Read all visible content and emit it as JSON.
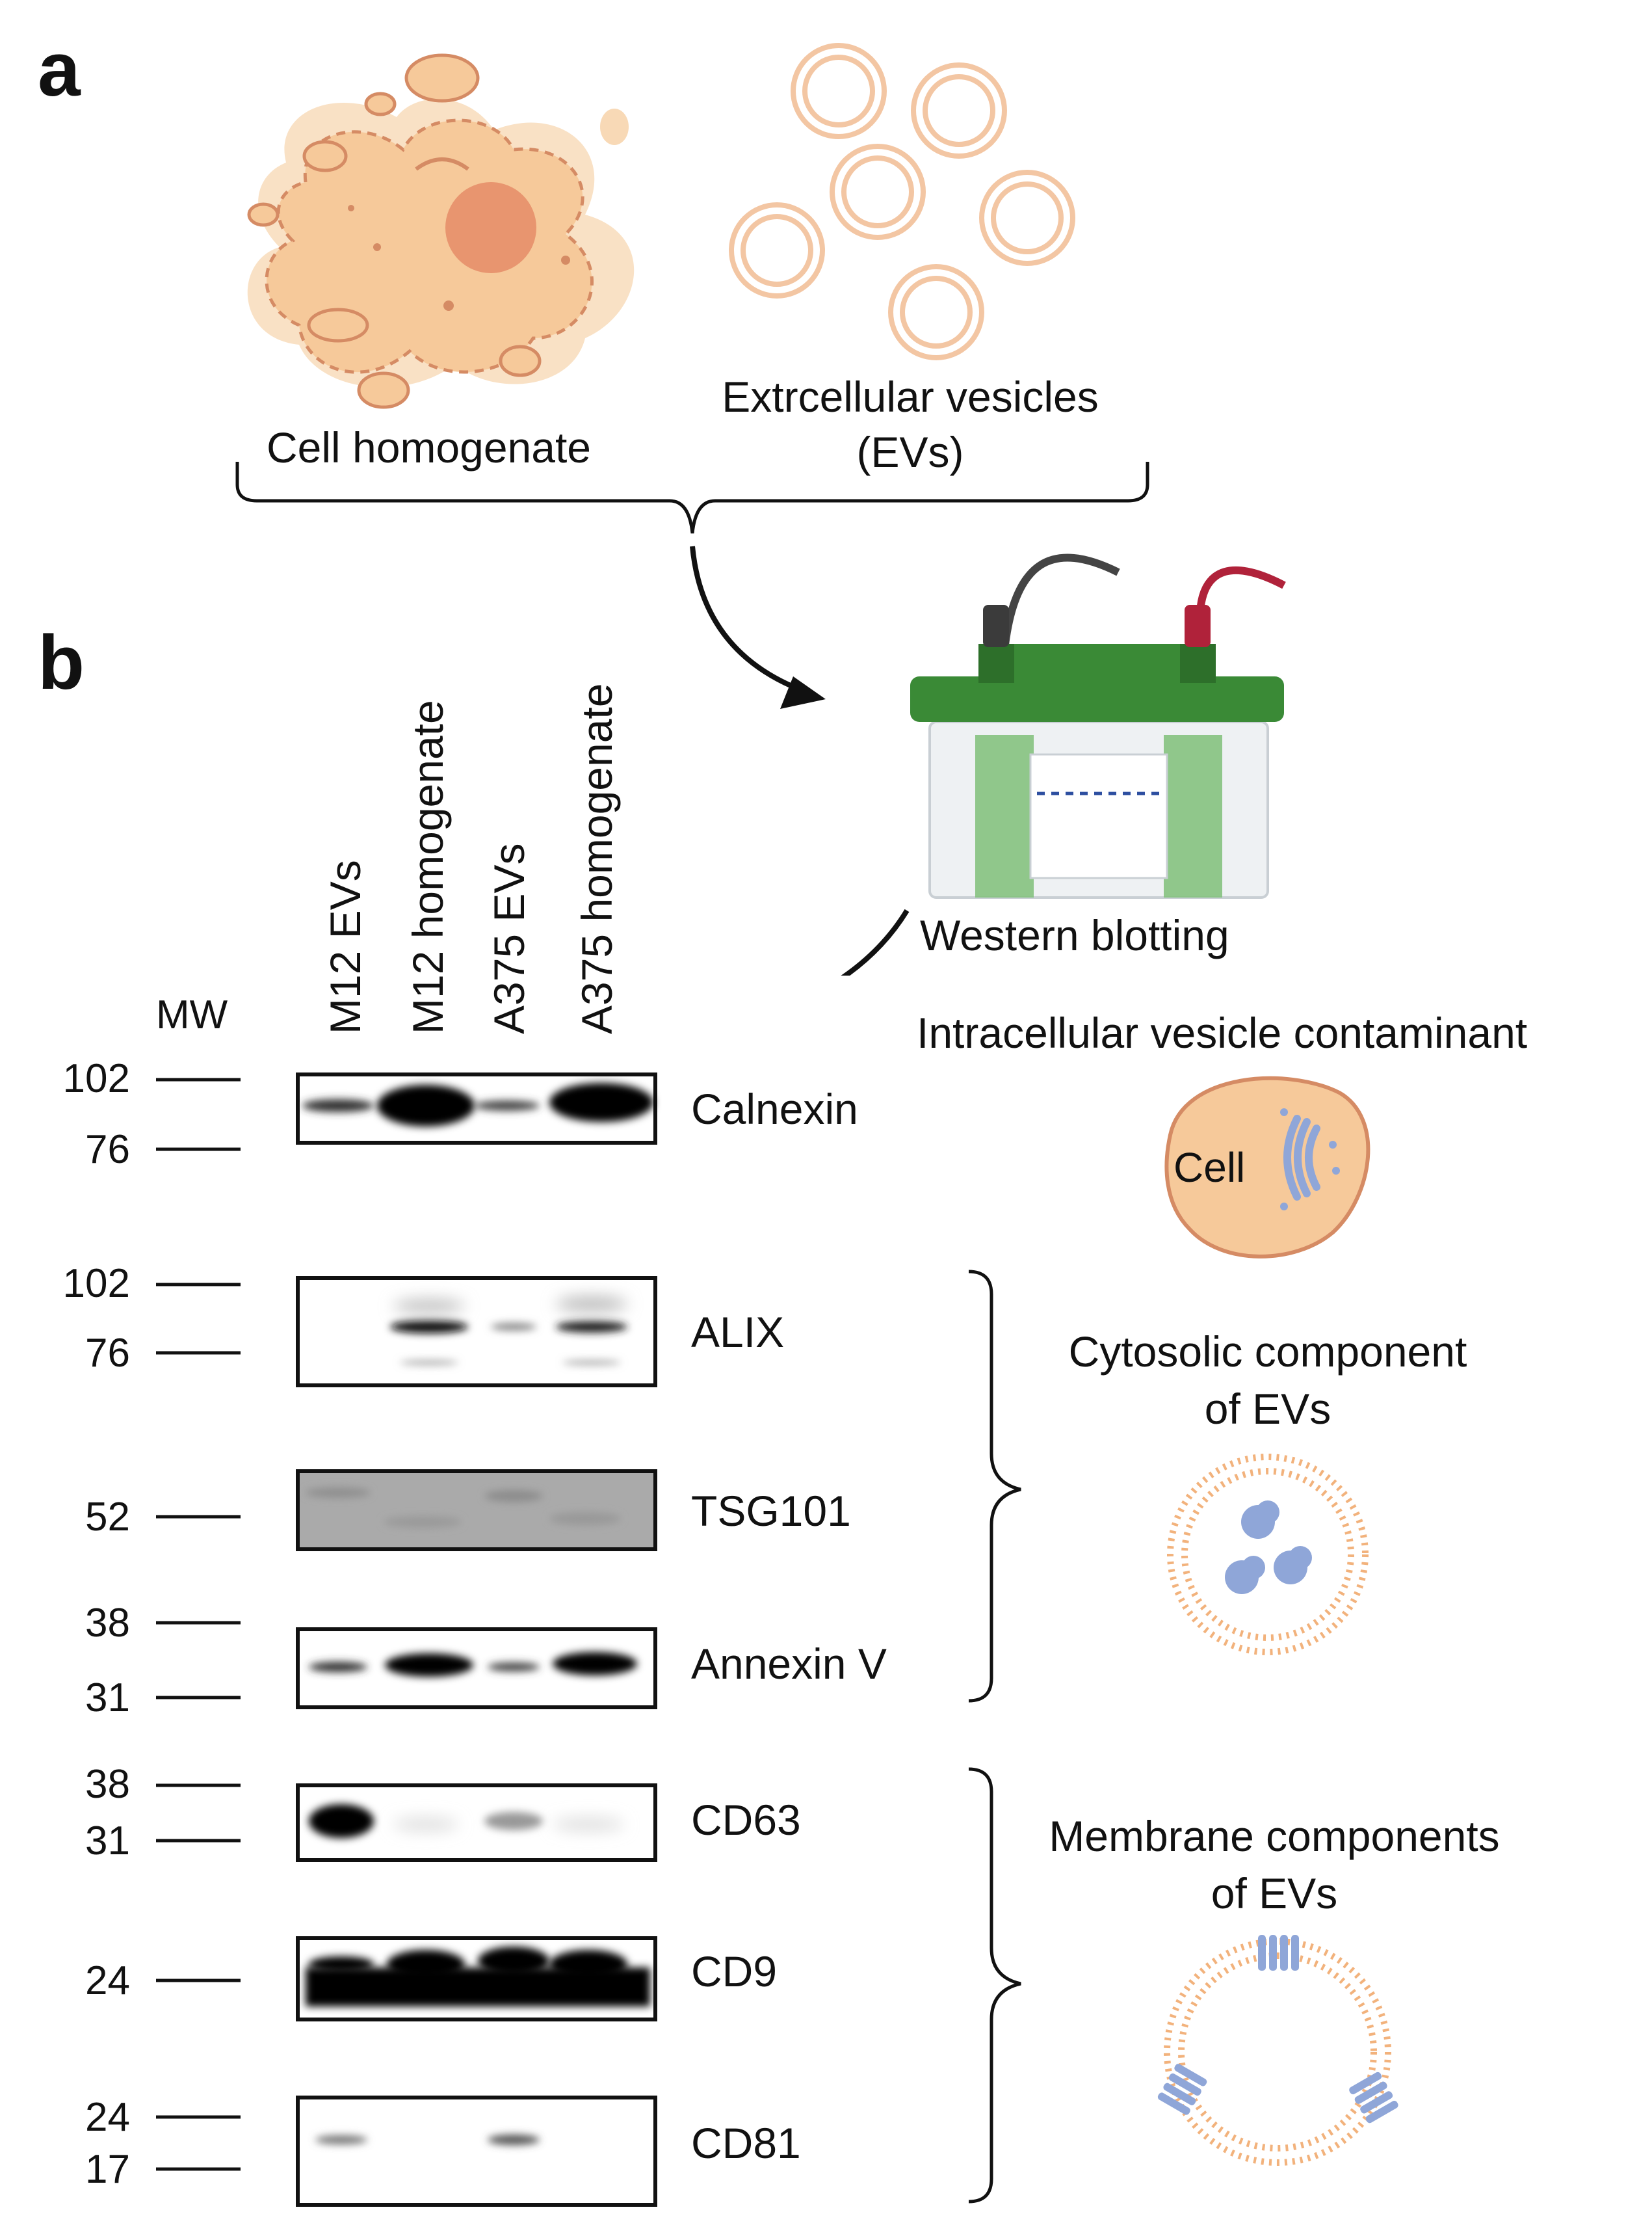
{
  "panels": {
    "a": "a",
    "b": "b"
  },
  "panel_a": {
    "cell_label": "Cell homogenate",
    "ev_label_line1": "Extrcellular vesicles",
    "ev_label_line2": "(EVs)",
    "method_label": "Western blotting"
  },
  "mw_header": "MW",
  "lanes": [
    "M12 EVs",
    "M12 homogenate",
    "A375 EVs",
    "A375 homogenate"
  ],
  "blots": [
    {
      "name": "Calnexin",
      "markers": [
        "102",
        "76"
      ]
    },
    {
      "name": "ALIX",
      "markers": [
        "102",
        "76"
      ]
    },
    {
      "name": "TSG101",
      "markers": [
        "52"
      ]
    },
    {
      "name": "Annexin V",
      "markers": [
        "38",
        "31"
      ]
    },
    {
      "name": "CD63",
      "markers": [
        "38",
        "31"
      ]
    },
    {
      "name": "CD9",
      "markers": [
        "24"
      ]
    },
    {
      "name": "CD81",
      "markers": [
        "24",
        "17"
      ]
    }
  ],
  "categories": {
    "contaminant": "Intracellular vesicle contaminant",
    "contaminant_icon_text": "Cell",
    "cytosolic_line1": "Cytosolic component",
    "cytosolic_line2": "of EVs",
    "membrane_line1": "Membrane components",
    "membrane_line2": "of EVs"
  },
  "colors": {
    "cell_fill": "#f6c99a",
    "cell_stroke": "#d99a6c",
    "nucleus": "#e8956f",
    "ev_ring": "#f3c6a3",
    "apparatus_green": "#3a8a36",
    "apparatus_red": "#b0223a",
    "protein_blue": "#8fa6d8",
    "membrane_orange": "#f2b27c"
  },
  "icons": [
    "cell-homogenate-icon",
    "extracellular-vesicles-icon",
    "western-blot-apparatus-icon",
    "cell-golgi-icon",
    "ev-cytosolic-protein-icon",
    "ev-membrane-protein-icon"
  ]
}
